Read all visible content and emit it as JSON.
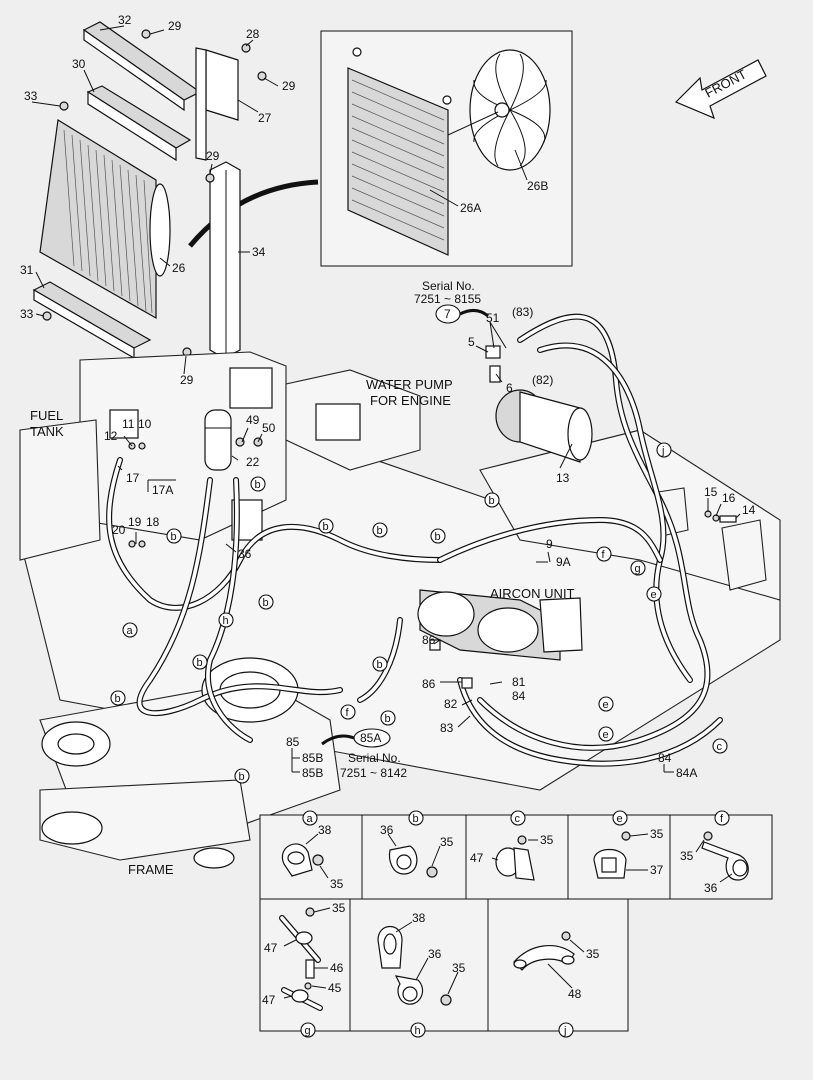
{
  "diagram": {
    "front_label": "FRONT",
    "fuel_tank_label": [
      "FUEL",
      "TANK"
    ],
    "water_pump_label": [
      "WATER PUMP",
      "FOR ENGINE"
    ],
    "aircon_unit_label": "AIRCON UNIT",
    "frame_label": "FRAME",
    "serial_top": [
      "Serial No.",
      "7251 ~ 8155"
    ],
    "serial_bottom": [
      "Serial No.",
      "7251 ~ 8142"
    ],
    "ref_7": "7",
    "ref_85A": "85A",
    "part_numbers": {
      "p32": "32",
      "p29a": "29",
      "p28": "28",
      "p29b": "29",
      "p30": "30",
      "p27": "27",
      "p33a": "33",
      "p29c": "29",
      "p34": "34",
      "p26": "26",
      "p31": "31",
      "p33b": "33",
      "p29d": "29",
      "p26A": "26A",
      "p26B": "26B",
      "p51": "51",
      "p83top": "(83)",
      "p5": "5",
      "p6": "6",
      "p82top": "(82)",
      "p12": "12",
      "p11": "11",
      "p10": "10",
      "p49": "49",
      "p50": "50",
      "p22": "22",
      "p17": "17",
      "p17A": "17A",
      "p13": "13",
      "p15": "15",
      "p16": "16",
      "p14": "14",
      "p9": "9",
      "p9A": "9A",
      "p20": "20",
      "p19": "19",
      "p18": "18",
      "p36": "36",
      "p86a": "86",
      "p86b": "86",
      "p81": "81",
      "p84": "84",
      "p82": "82",
      "p83": "83",
      "p85": "85",
      "p85Ba": "85B",
      "p85Bb": "85B",
      "p84b": "84",
      "p84A": "84A"
    },
    "circle_letters": {
      "b1": "b",
      "b2": "b",
      "b3": "b",
      "b4": "b",
      "b5": "b",
      "b6": "b",
      "b7": "b",
      "b8": "b",
      "b9": "b",
      "b10": "b",
      "b11": "b",
      "b12": "b",
      "b13": "b",
      "b14": "b",
      "a": "a",
      "h": "h",
      "j": "j",
      "f1": "f",
      "f2": "f",
      "g": "g",
      "e1": "e",
      "e2": "e",
      "e3": "e",
      "c": "c"
    },
    "details": {
      "a": {
        "letter": "a",
        "labels": [
          "38",
          "35"
        ]
      },
      "b": {
        "letter": "b",
        "labels": [
          "36",
          "35"
        ]
      },
      "c": {
        "letter": "c",
        "labels": [
          "47",
          "35"
        ]
      },
      "e": {
        "letter": "e",
        "labels": [
          "35",
          "37"
        ]
      },
      "f": {
        "letter": "f",
        "labels": [
          "35",
          "36"
        ]
      },
      "g": {
        "letter": "g",
        "labels": [
          "35",
          "47",
          "46",
          "47",
          "45"
        ]
      },
      "h": {
        "letter": "h",
        "labels": [
          "38",
          "36",
          "35"
        ]
      },
      "j": {
        "letter": "j",
        "labels": [
          "35",
          "48"
        ]
      }
    }
  }
}
